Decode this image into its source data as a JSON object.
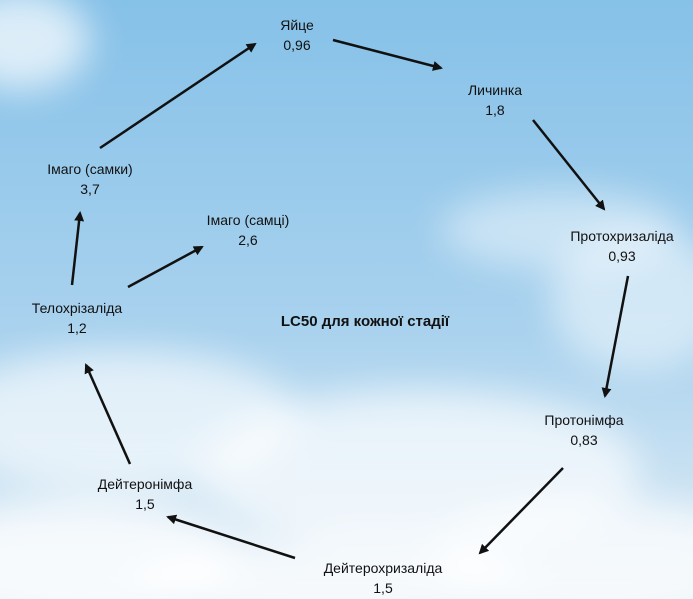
{
  "title": "LC50 для кожної стадії",
  "nodes": [
    {
      "id": "egg",
      "name": "Яйце",
      "value": "0,96"
    },
    {
      "id": "larva",
      "name": "Личинка",
      "value": "1,8"
    },
    {
      "id": "protochrysalis",
      "name": "Протохризаліда",
      "value": "0,93"
    },
    {
      "id": "protonymph",
      "name": "Протонімфа",
      "value": "0,83"
    },
    {
      "id": "deutochrysalis",
      "name": "Дейтерохризаліда",
      "value": "1,5"
    },
    {
      "id": "deutonymph",
      "name": "Дейтеронімфа",
      "value": "1,5"
    },
    {
      "id": "teliochrysalis",
      "name": "Телохрізаліда",
      "value": "1,2"
    },
    {
      "id": "adult-female",
      "name": "Імаго (самки)",
      "value": "3,7"
    },
    {
      "id": "adult-male",
      "name": "Імаго (самці)",
      "value": "2,6"
    }
  ],
  "edges": [
    {
      "from": "egg",
      "to": "larva"
    },
    {
      "from": "larva",
      "to": "protochrysalis"
    },
    {
      "from": "protochrysalis",
      "to": "protonymph"
    },
    {
      "from": "protonymph",
      "to": "deutochrysalis"
    },
    {
      "from": "deutochrysalis",
      "to": "deutonymph"
    },
    {
      "from": "deutonymph",
      "to": "teliochrysalis"
    },
    {
      "from": "teliochrysalis",
      "to": "adult-female"
    },
    {
      "from": "teliochrysalis",
      "to": "adult-male"
    },
    {
      "from": "adult-female",
      "to": "egg"
    }
  ],
  "colors": {
    "sky_top": "#8ec6ea",
    "sky_bottom": "#dcebf5",
    "arrow": "#111111"
  }
}
